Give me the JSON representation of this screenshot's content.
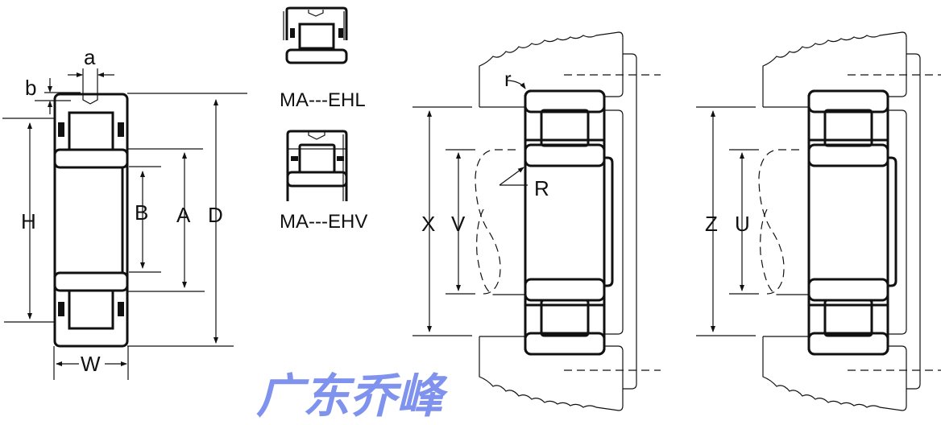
{
  "labels": {
    "a": "a",
    "b": "b",
    "H": "H",
    "B": "B",
    "A": "A",
    "D": "D",
    "W": "W",
    "r": "r",
    "R": "R",
    "X": "X",
    "V": "V",
    "Z": "Z",
    "U": "U"
  },
  "variants": [
    {
      "name": "MA---EHL"
    },
    {
      "name": "MA---EHV"
    }
  ],
  "watermark": "广东乔峰"
}
